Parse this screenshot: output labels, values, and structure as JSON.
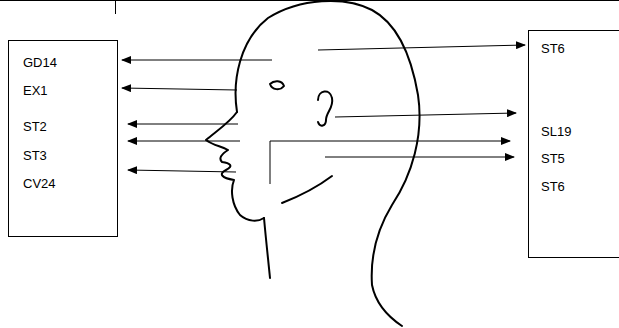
{
  "diagram": {
    "nodes": [
      {
        "text": [
          "GD14",
          "EX1",
          "ST2",
          "ST3",
          "CV24"
        ]
      },
      {
        "text": [
          "ST6",
          "SL19",
          "ST5",
          "ST6"
        ]
      }
    ]
  }
}
